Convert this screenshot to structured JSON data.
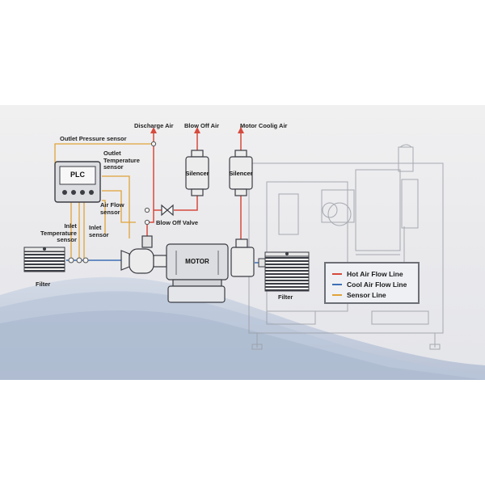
{
  "colors": {
    "hot_air": "#d64a3d",
    "cool_air": "#3f6fb5",
    "sensor": "#e0a33a",
    "outline": "#4a4a4a",
    "machine": "#9a9ea6"
  },
  "labels": {
    "outlet_pressure_sensor": "Outlet Pressure sensor",
    "discharge_air": "Discharge Air",
    "blow_off_air": "Blow Off Air",
    "motor_cooling_air": "Motor Coolig Air",
    "outlet_temperature_sensor": "Outlet\nTemperature\nsensor",
    "air_flow_sensor": "Air Flow\nsensor",
    "inlet_temperature_sensor": "Inlet\nTemperature\nsensor",
    "inlet_sensor": "Inlet\nsensor",
    "blow_off_valve": "Blow Off Valve",
    "filter_left": "Filter",
    "filter_right": "Filter",
    "plc": "PLC",
    "motor": "MOTOR",
    "silencer_1": "Silencer",
    "silencer_2": "Silencer"
  },
  "legend": {
    "items": [
      {
        "label": "Hot Air Flow Line",
        "color": "#d64a3d"
      },
      {
        "label": "Cool Air Flow Line",
        "color": "#3f6fb5"
      },
      {
        "label": "Sensor Line",
        "color": "#e0a33a"
      }
    ]
  }
}
